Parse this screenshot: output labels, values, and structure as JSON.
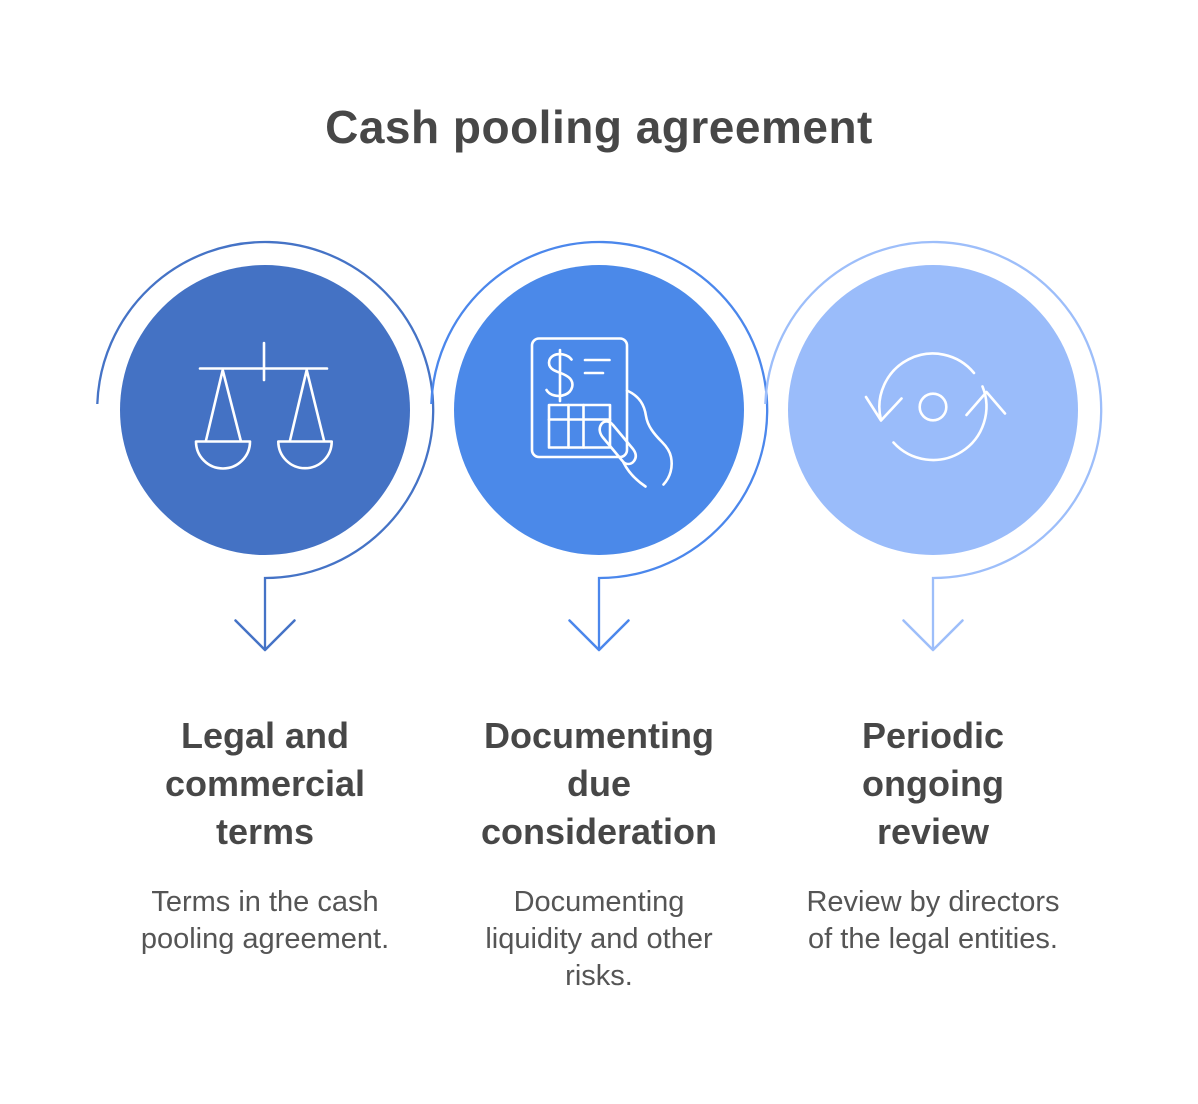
{
  "title": "Cash pooling agreement",
  "palette": {
    "background": "#ffffff",
    "heading_text": "#474747",
    "body_text": "#555555",
    "icon_stroke": "#ffffff"
  },
  "columns": [
    {
      "heading": "Legal and\ncommercial\nterms",
      "description": "Terms in the cash\npooling agreement.",
      "icon": "scales-of-justice-icon",
      "circle_color": "#4472C4",
      "accent_color": "#4573C6"
    },
    {
      "heading": "Documenting\ndue\nconsideration",
      "description": "Documenting\nliquidity and other\nrisks.",
      "icon": "invoice-in-hand-icon",
      "circle_color": "#4B89E9",
      "accent_color": "#4B87EC"
    },
    {
      "heading": "Periodic\nongoing\nreview",
      "description": "Review by directors\nof the legal entities.",
      "icon": "refresh-cycle-icon",
      "circle_color": "#9ABCFA",
      "accent_color": "#9DBEFA"
    }
  ]
}
